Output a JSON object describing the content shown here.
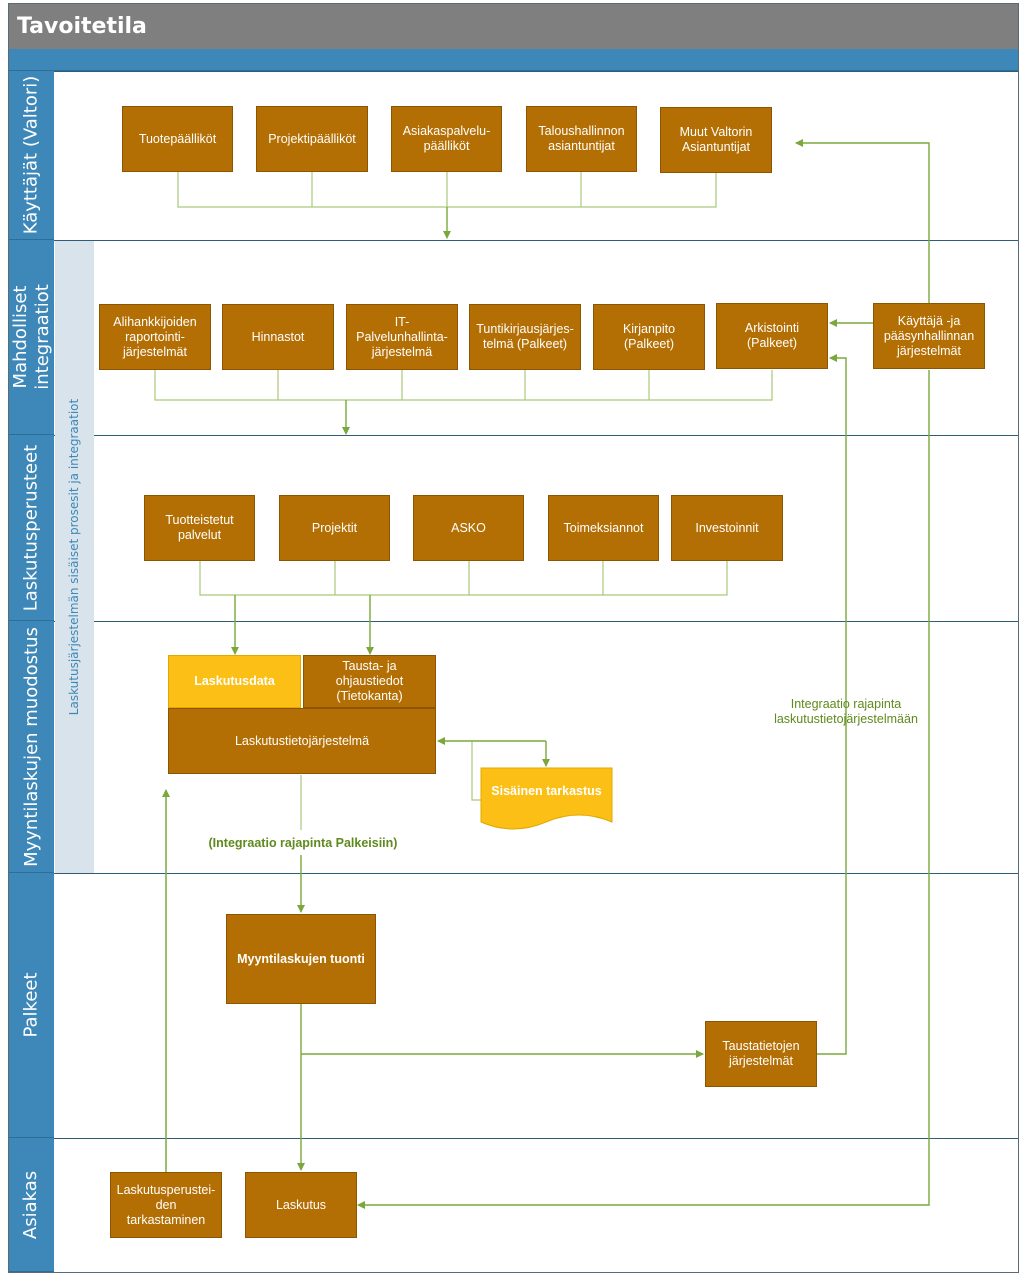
{
  "title": "Tavoitetila",
  "lanes": {
    "users": "Käyttäjät (Valtori)",
    "integrations": "Mahdolliset integraatiot",
    "billing_basis": "Laskutusperusteet",
    "invoice_forming": "Myyntilaskujen muodostus",
    "palkeet": "Palkeet",
    "customer": "Asiakas"
  },
  "internal_band": "Laskutusjärjestelmän sisäiset prosesit ja integraatiot",
  "users": {
    "product_managers": "Tuotepäälliköt",
    "project_managers": "Projektipäälliköt",
    "customer_service_managers": "Asiakaspalvelu-päälliköt",
    "finance_experts": "Taloushallinnon asiantuntijat",
    "other_experts": "Muut Valtorin Asiantuntijat"
  },
  "integrations": {
    "subcontractor": "Alihankkijoiden raportointi-järjestelmät",
    "price_lists": "Hinnastot",
    "it_service_mgmt": "IT-Palvelunhallinta-järjestelmä",
    "time_reporting": "Tuntikirjausjärjes-telmä (Palkeet)",
    "bookkeeping": "Kirjanpito (Palkeet)",
    "archiving": "Arkistointi (Palkeet)",
    "access_mgmt": "Käyttäjä -ja pääsynhallinnan järjestelmät"
  },
  "billing_basis": {
    "productized": "Tuotteistetut palvelut",
    "projects": "Projektit",
    "asko": "ASKO",
    "assignments": "Toimeksiannot",
    "investments": "Investoinnit"
  },
  "invoice_forming": {
    "billing_data": "Laskutusdata",
    "background_data": "Tausta- ja ohjaustiedot (Tietokanta)",
    "billing_system": "Laskutustietojärjestelmä",
    "internal_check": "Sisäinen tarkastus",
    "palkeet_interface": "(Integraatio rajapinta Palkeisiin)",
    "system_interface": "Integraatio rajapinta laskutustietojärjestelmään"
  },
  "palkeet": {
    "import": "Myyntilaskujen tuonti",
    "background_systems": "Taustatietojen järjestelmät"
  },
  "customer": {
    "verification": "Laskutusperustei-den tarkastaminen",
    "invoicing": "Laskutus"
  },
  "colors": {
    "lane_blue": "#3d88b8",
    "box_orange": "#b46f04",
    "highlight_yellow": "#fbbf16",
    "connector_green": "#7aa83c",
    "title_grey": "#7f7f7f"
  }
}
